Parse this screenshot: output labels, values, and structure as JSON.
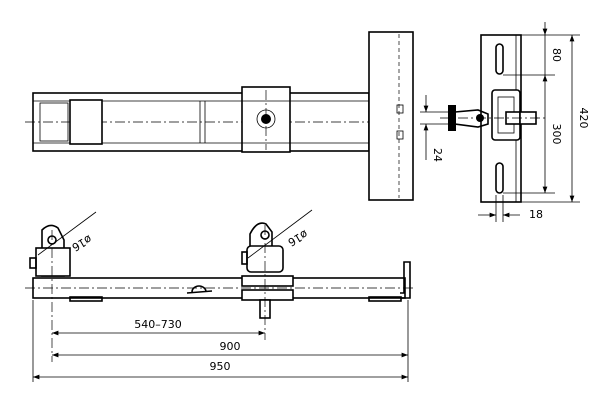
{
  "dimensions": {
    "side_view": {
      "adjust_range": "540–730",
      "span": "900",
      "overall": "950"
    },
    "pin_diameter_left": "ø16",
    "pin_diameter_right": "ø16",
    "end_view": {
      "slot_offset": "80",
      "slot_spacing": "300",
      "plate_height": "420",
      "clamp_width": "24",
      "slot_width": "18"
    }
  }
}
